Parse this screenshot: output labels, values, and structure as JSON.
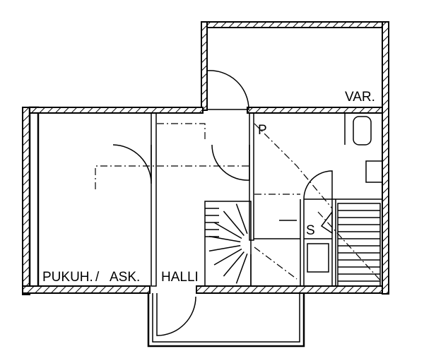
{
  "rooms": {
    "storage": "VAR.",
    "dressing": "PUKUH.",
    "separator": "/",
    "dressing_suffix": "ASK.",
    "hall": "HALLI",
    "sauna": "S",
    "p_mark": "P"
  },
  "colors": {
    "line": "#000000",
    "background": "#ffffff"
  }
}
